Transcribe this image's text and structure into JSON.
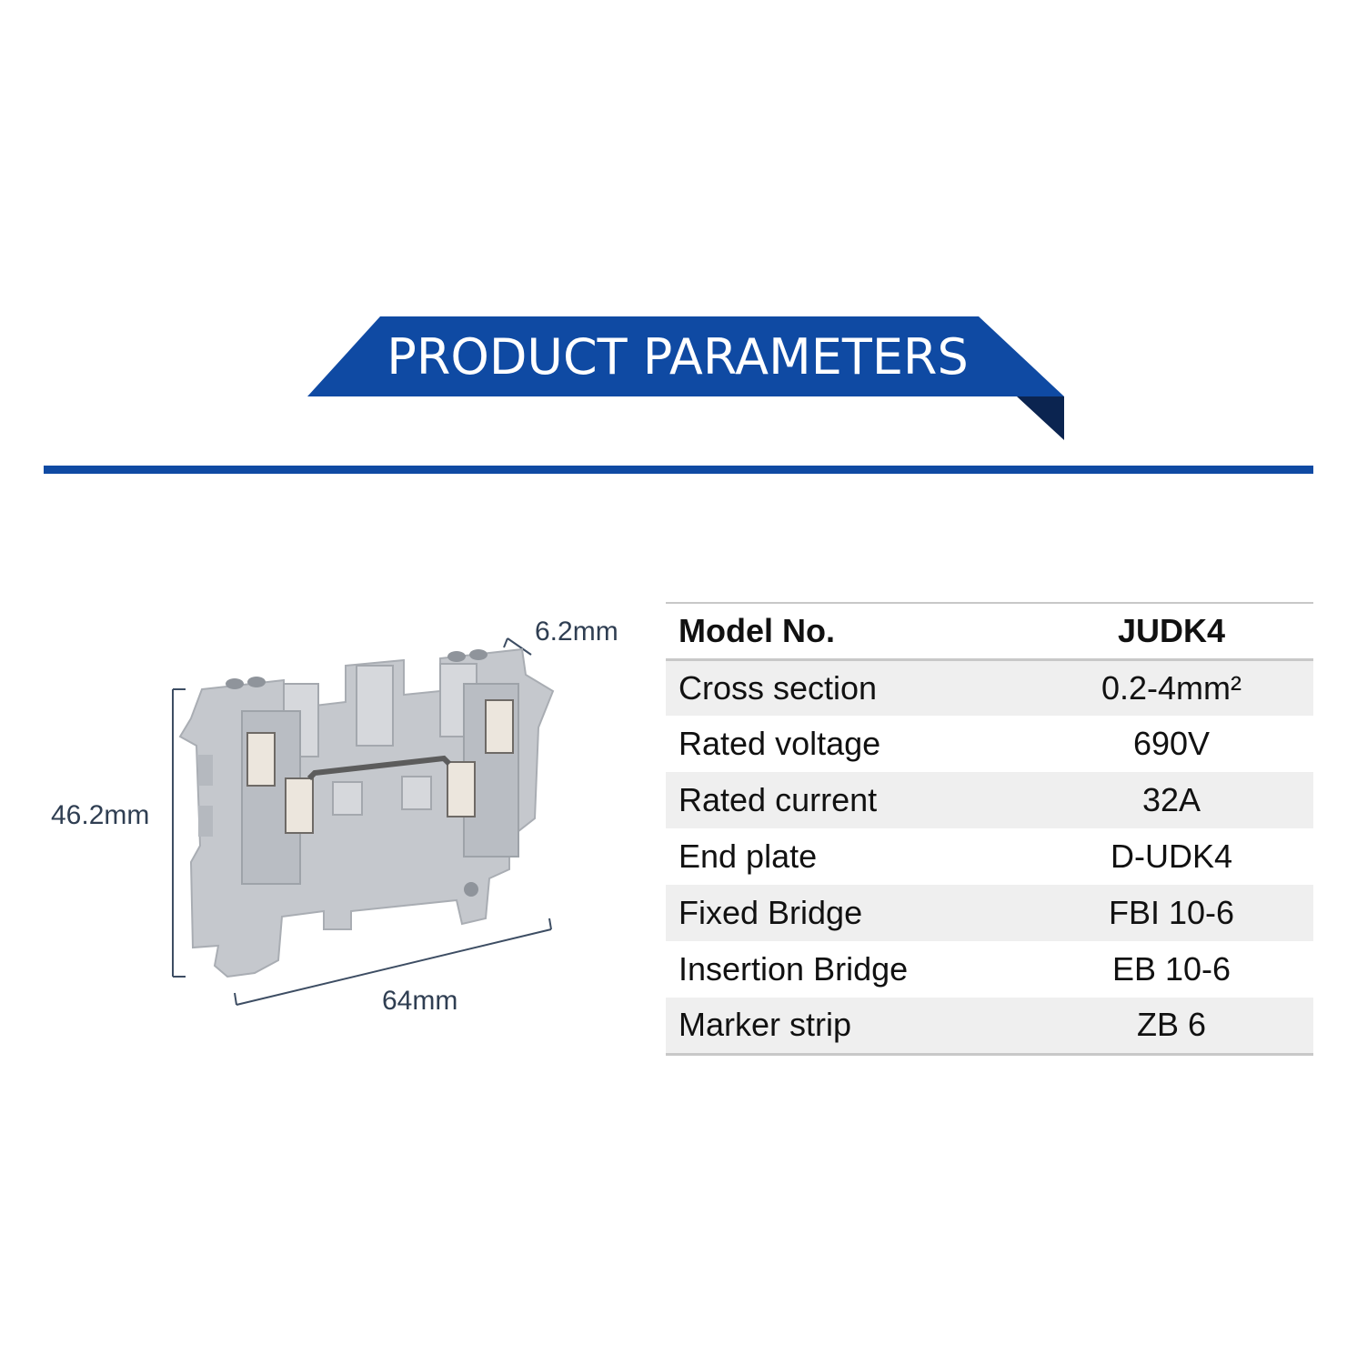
{
  "banner": {
    "title": "PRODUCT PARAMETERS"
  },
  "colors": {
    "accent": "#0f4aa3",
    "accent_dark": "#0b2450",
    "row_shade": "#efefef"
  },
  "product_image": {
    "dimensions": {
      "width": "6.2mm",
      "height": "46.2mm",
      "length": "64mm"
    }
  },
  "spec_table": {
    "header": {
      "label": "Model No.",
      "value": "JUDK4"
    },
    "rows": [
      {
        "label": "Cross section",
        "value": "0.2-4mm²"
      },
      {
        "label": "Rated voltage",
        "value": "690V"
      },
      {
        "label": "Rated current",
        "value": "32A"
      },
      {
        "label": "End plate",
        "value": "D-UDK4"
      },
      {
        "label": "Fixed Bridge",
        "value": "FBI 10-6"
      },
      {
        "label": "Insertion Bridge",
        "value": "EB 10-6"
      },
      {
        "label": "Marker strip",
        "value": "ZB 6"
      }
    ]
  }
}
